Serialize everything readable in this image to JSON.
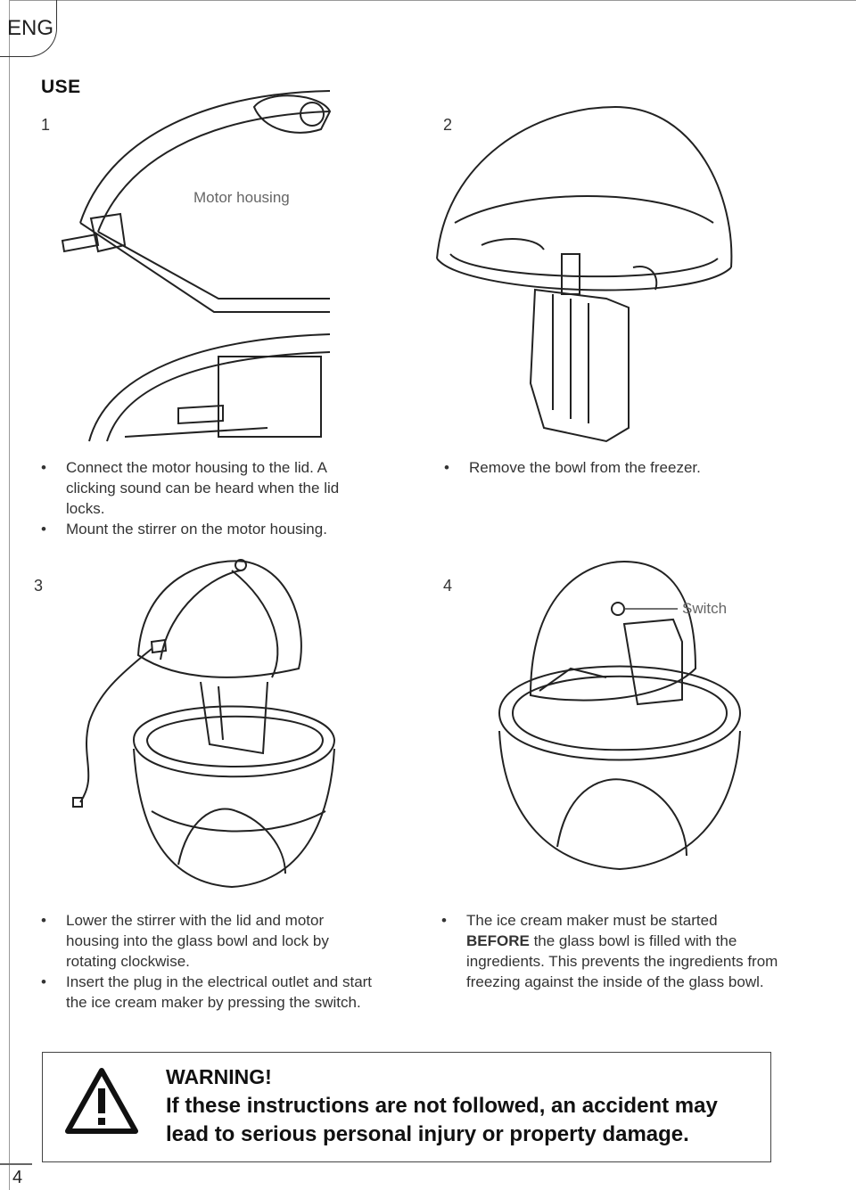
{
  "lang": "ENG",
  "section_title": "USE",
  "steps": [
    {
      "number": "1",
      "callout": "Motor housing",
      "bullets": [
        "Connect the motor housing to the lid. A clicking sound can be heard when the lid locks.",
        "Mount the stirrer on the motor housing."
      ]
    },
    {
      "number": "2",
      "bullets": [
        "Remove the bowl from the freezer."
      ]
    },
    {
      "number": "3",
      "bullets": [
        "Lower the stirrer with the lid and motor housing into the glass bowl and lock by rotating clockwise.",
        "Insert the plug in the electrical outlet and start the ice cream maker by pressing the switch."
      ]
    },
    {
      "number": "4",
      "callout": "Switch",
      "bullet_bold": "BEFORE",
      "bullet_pre": "The ice cream maker must be started",
      "bullet_post": "the glass bowl is filled with the ingredients. This prevents the ingredients from freezing against the inside of the glass bowl."
    }
  ],
  "warning": {
    "title": "WARNING!",
    "text": "If these instructions are not followed, an accident may lead to serious personal injury or property damage."
  },
  "page_number": "4"
}
